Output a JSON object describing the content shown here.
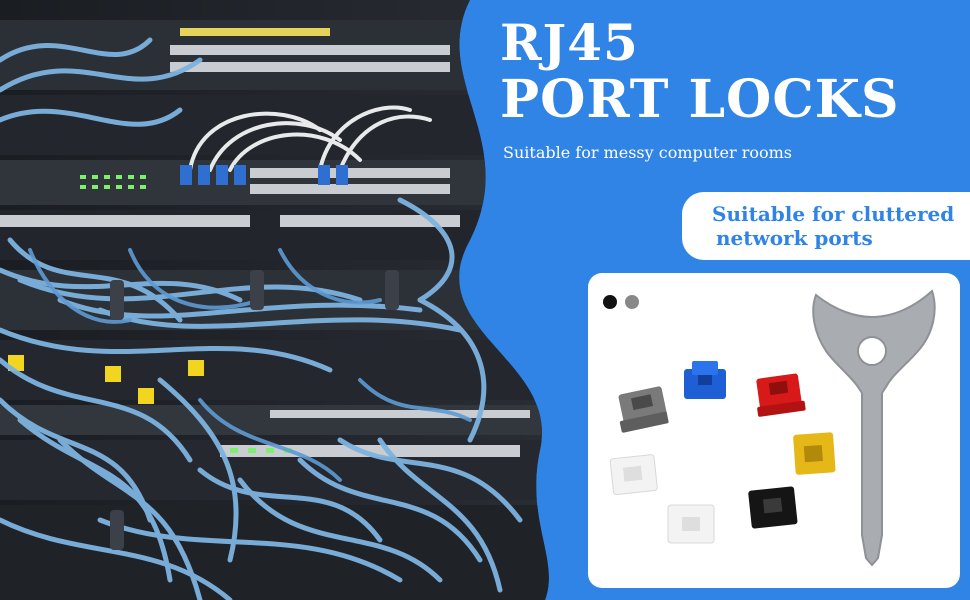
{
  "hero": {
    "title_line1": "RJ45",
    "title_line2": "PORT LOCKS",
    "subtitle": "Suitable for messy computer rooms"
  },
  "badge": {
    "line1": "Suitable for cluttered",
    "line2": "network ports"
  },
  "product": {
    "color_swatches": [
      "#111111",
      "#888888"
    ],
    "lock_colors": [
      "#7a7a7a",
      "#1f5fd6",
      "#d81919",
      "#e6b817",
      "#f3f3f3",
      "#f3f3f3",
      "#151515"
    ],
    "key_icon": "removal-key-icon"
  },
  "colors": {
    "background_blue": "#2f84e6",
    "cable_blue": "#7db3e0",
    "accent_text": "#2f84e6"
  }
}
